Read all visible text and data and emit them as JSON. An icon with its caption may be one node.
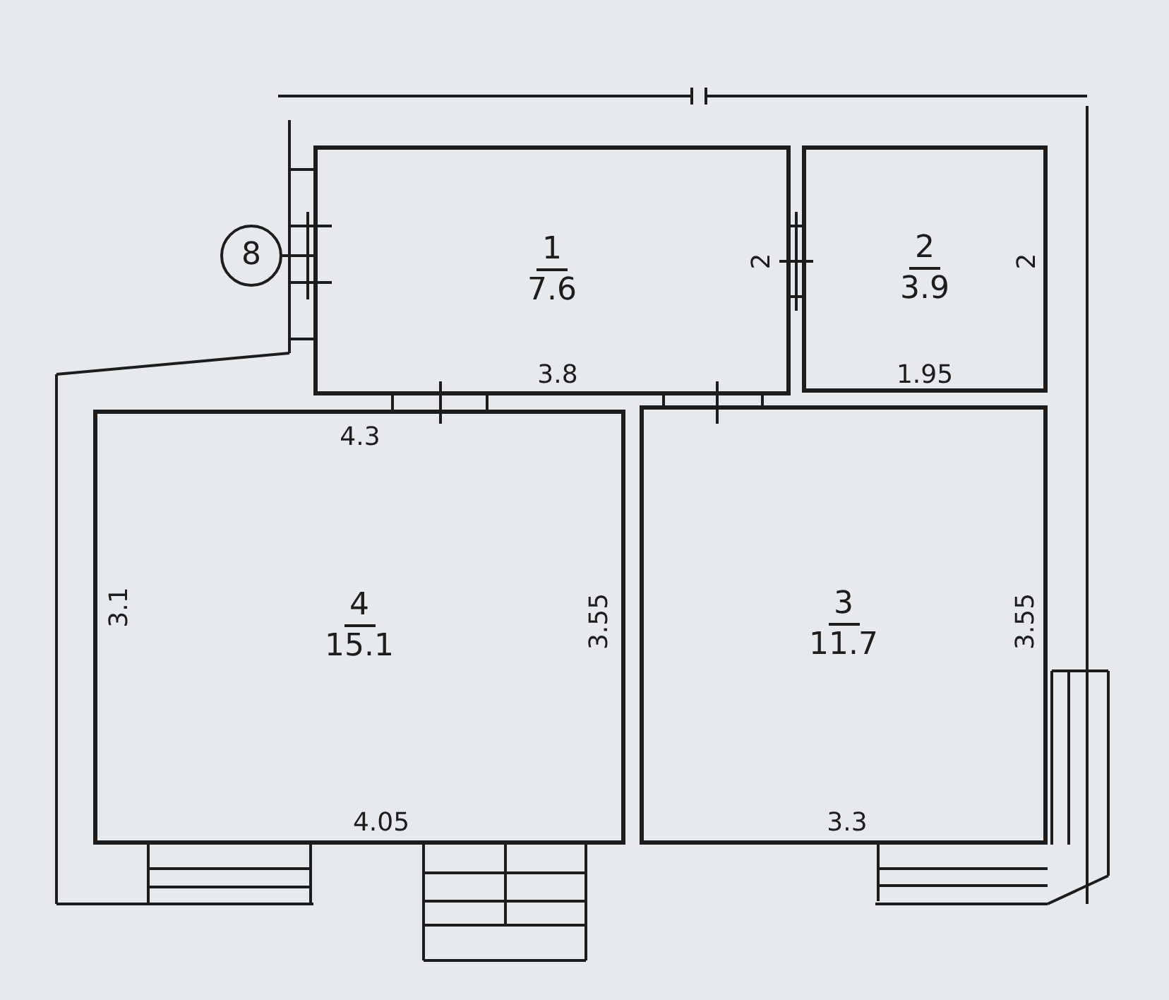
{
  "diagram": {
    "nodes": [
      {
        "text": [
          "8"
        ]
      },
      {
        "text": [
          "1",
          "7.6"
        ]
      },
      {
        "text": [
          "2",
          "3.9"
        ]
      },
      {
        "text": [
          "4",
          "15.1"
        ]
      },
      {
        "text": [
          "3",
          "11.7"
        ]
      }
    ],
    "edges": [
      {
        "from": 0,
        "to": 1,
        "arrow": "none"
      }
    ],
    "labels": [
      "2",
      "2",
      "3.8",
      "1.95",
      "4.3",
      "3.1",
      "3.55",
      "3.55",
      "4.05",
      "3.3"
    ]
  }
}
